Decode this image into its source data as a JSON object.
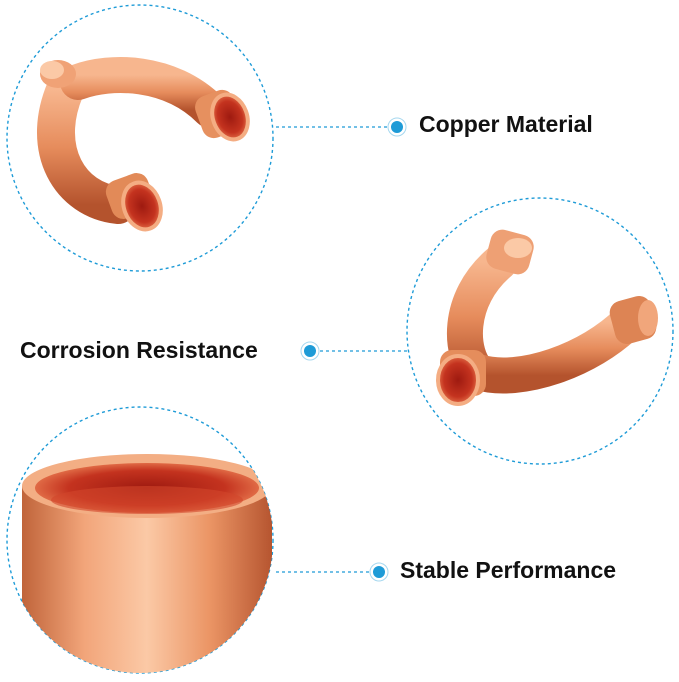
{
  "features": [
    {
      "label": "Copper Material"
    },
    {
      "label": "Corrosion Resistance"
    },
    {
      "label": "Stable Performance"
    }
  ],
  "colors": {
    "accent": "#1e9bd7",
    "copper_light": "#f6b48a",
    "copper_mid": "#e08a5a",
    "copper_dark": "#b5522c",
    "copper_inner": "#c0301e"
  },
  "icons": [
    "y-pipe-fitting-icon",
    "y-pipe-fitting-icon",
    "copper-cap-icon"
  ]
}
